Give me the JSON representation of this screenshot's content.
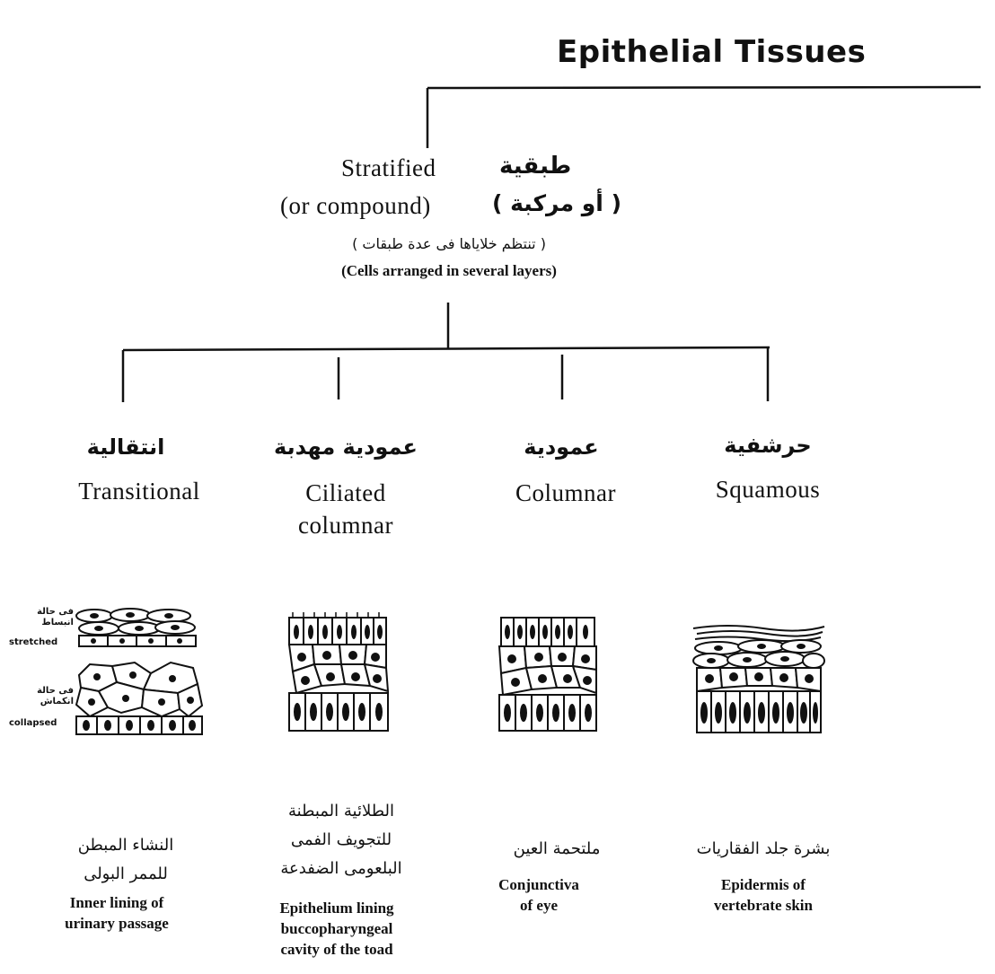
{
  "title": "Epithelial Tissues",
  "root": {
    "ar_name": "طبقية",
    "en_name": "Stratified",
    "en_alt": "(or compound)",
    "ar_alt": "( أو مركبة )",
    "ar_desc": "( تنتظم خلاياها فى عدة طبقات )",
    "en_desc": "(Cells arranged in several layers)"
  },
  "types": [
    {
      "id": "transitional",
      "ar_name": "انتقالية",
      "en_name": "Transitional",
      "ar_caption": [
        "النشاء المبطن",
        "للممر البولى"
      ],
      "en_caption": [
        "Inner lining of",
        "urinary passage"
      ],
      "state_labels": {
        "stretched_ar": "فى حالة انبساط",
        "stretched_en": "stretched",
        "collapsed_ar": "فى حالة انكماش",
        "collapsed_en": "collapsed"
      }
    },
    {
      "id": "ciliated-columnar",
      "ar_name": "عمودية مهدبة",
      "en_name": [
        "Ciliated",
        "columnar"
      ],
      "ar_caption": [
        "الطلائية المبطنة",
        "للتجويف الفمى",
        "البلعومى الضفدعة"
      ],
      "en_caption": [
        "Epithelium lining",
        "buccopharyngeal",
        "cavity of the toad"
      ]
    },
    {
      "id": "columnar",
      "ar_name": "عمودية",
      "en_name": "Columnar",
      "ar_caption": [
        "ملتحمة العين"
      ],
      "en_caption": [
        "Conjunctiva",
        "of eye"
      ]
    },
    {
      "id": "squamous",
      "ar_name": "حرشفية",
      "en_name": "Squamous",
      "ar_caption": [
        "بشرة جلد الفقاريات"
      ],
      "en_caption": [
        "Epidermis of",
        "vertebrate skin"
      ]
    }
  ]
}
